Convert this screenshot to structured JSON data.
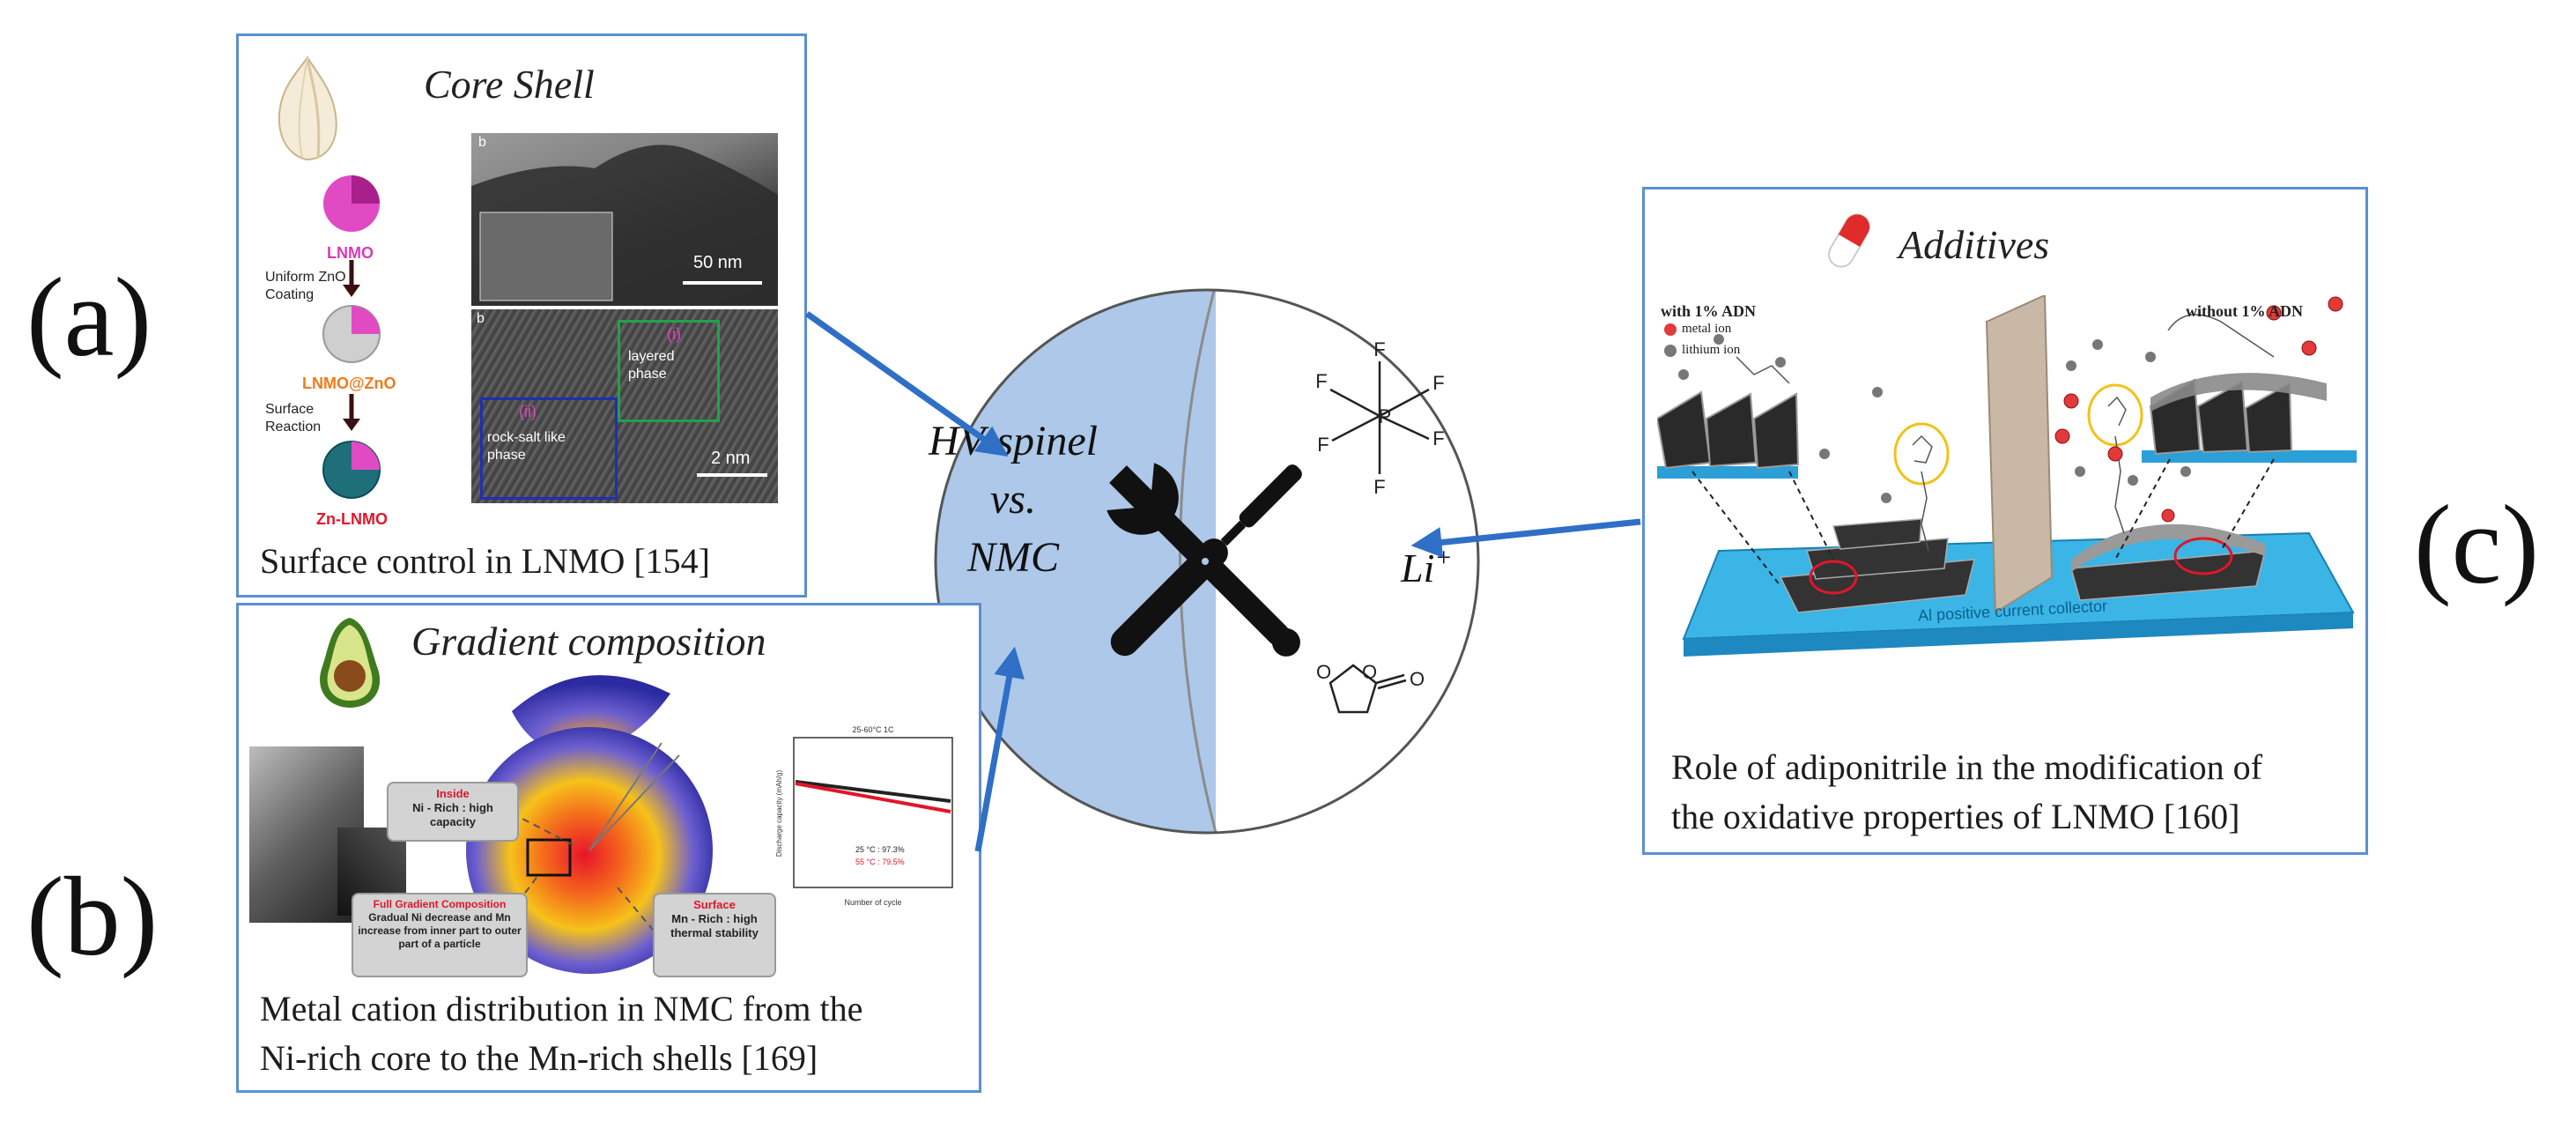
{
  "labels": {
    "a": "(a)",
    "b": "(b)",
    "c": "(c)"
  },
  "center": {
    "line1": "HV-spinel",
    "line2": "vs.",
    "line3": "NMC",
    "li_ion": "Li",
    "li_charge": "+",
    "pf6_atoms": {
      "f": "F",
      "p": "P"
    },
    "ec_oxygen": "O"
  },
  "panel_a": {
    "title": "Core Shell",
    "caption": "Surface control in LNMO [154]",
    "scheme": {
      "lnmo": "LNMO",
      "step1": "Uniform ZnO Coating",
      "lnmo_zno": "LNMO@ZnO",
      "step2": "Surface Reaction",
      "zn_lnmo": "Zn-LNMO"
    },
    "tem": {
      "top_letter": "b",
      "scale_top": "50 nm",
      "bottom_letter": "b",
      "scale_bottom": "2 nm",
      "layered": "layered phase",
      "rocksalt": "rock-salt like phase",
      "roman1": "(i)",
      "roman2": "(ii)"
    }
  },
  "panel_b": {
    "title": "Gradient composition",
    "caption_line1": "Metal cation distribution in NMC from the",
    "caption_line2": "Ni-rich core to the Mn-rich shells [169]",
    "inside_title": "Inside",
    "inside_body": "Ni - Rich : high capacity",
    "full_title": "Full Gradient Composition",
    "full_body": "Gradual Ni decrease and Mn increase from inner part to outer part of a particle",
    "surface_title": "Surface",
    "surface_body": "Mn - Rich : high thermal stability",
    "plot_header": "25-60°C 1C",
    "plot_legend1": "25 °C : 97.3%",
    "plot_legend2": "55 °C : 79.5%",
    "plot_xlabel": "Number of cycle",
    "plot_ylabel": "Discharge capacity (mAh/g)"
  },
  "panel_c": {
    "title": "Additives",
    "caption_line1": "Role of adiponitrile in the modification of",
    "caption_line2": "the oxidative properties of LNMO [160]",
    "with_label": "with 1% ADN",
    "without_label": "without 1% ADN",
    "legend_metal": "metal ion",
    "legend_lithium": "lithium ion",
    "collector": "Al positive current collector"
  },
  "colors": {
    "panel_border": "#5b8fd1",
    "arrow": "#2f6fc6",
    "left_half": "#adc8e8",
    "collector": "#3ab5e6"
  }
}
